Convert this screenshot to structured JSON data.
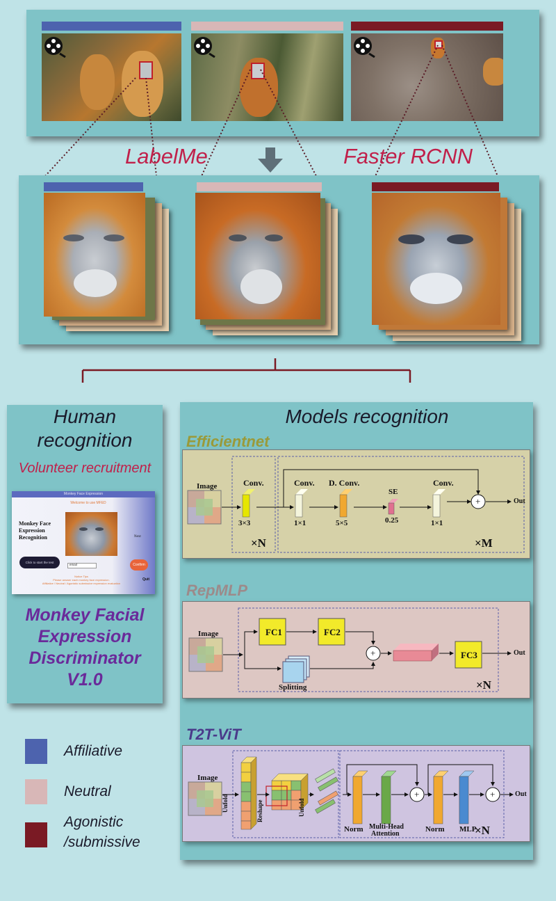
{
  "colors": {
    "affiliative": "#4d63ae",
    "neutral": "#d8b7b7",
    "agonistic": "#7a1a24",
    "accent_red": "#c0204a",
    "purple": "#6a2a9a"
  },
  "labels": {
    "labelme": "LabelMe",
    "faster_rcnn": "Faster RCNN"
  },
  "human": {
    "title_line1": "Human",
    "title_line2": "recognition",
    "subtitle": "Volunteer recruitment",
    "app": {
      "window_title": "Monkey Face Expression",
      "heading": "Monkey Face Expression Recognition",
      "top_text": "Welcome to use MFED",
      "next": "Next",
      "start_btn": "Click to start the test",
      "username_label": "email",
      "confirm": "Confirm",
      "footer1": "Notice Tips",
      "footer2": "Please answer each monkey face expression.",
      "footer3": "Affiliative / Neutral / Agonistic submissive expression evaluation",
      "quit": "Quit"
    },
    "product_line1": "Monkey Facial",
    "product_line2": "Expression",
    "product_line3": "Discriminator",
    "product_line4": "V1.0"
  },
  "models": {
    "title": "Models recognition",
    "efficientnet": {
      "name": "Efficientnet",
      "image": "Image",
      "conv1": "Conv.",
      "k1": "3×3",
      "conv2": "Conv.",
      "k2": "1×1",
      "dconv": "D. Conv.",
      "k3": "5×5",
      "se": "SE",
      "k4": "0.25",
      "conv3": "Conv.",
      "k5": "1×1",
      "xn": "×N",
      "xm": "×M",
      "plus": "+",
      "out": "Out"
    },
    "repmlp": {
      "name": "RepMLP",
      "image": "Image",
      "fc1": "FC1",
      "fc2": "FC2",
      "fc3": "FC3",
      "splitting": "Splitting",
      "plus": "+",
      "xn": "×N",
      "out": "Out"
    },
    "t2t": {
      "name": "T2T-ViT",
      "image": "Image",
      "unfold1": "Unfold",
      "reshape": "Reshape",
      "unfold2": "Unfold",
      "norm1": "Norm",
      "mha1": "Multi-Head",
      "mha2": "Attention",
      "norm2": "Norm",
      "mlp": "MLP",
      "plus": "+",
      "xn": "×N",
      "out": "Out"
    }
  },
  "legend": [
    {
      "label": "Affiliative"
    },
    {
      "label": "Neutral"
    },
    {
      "label": "Agonistic"
    },
    {
      "label": "/submissive"
    }
  ]
}
